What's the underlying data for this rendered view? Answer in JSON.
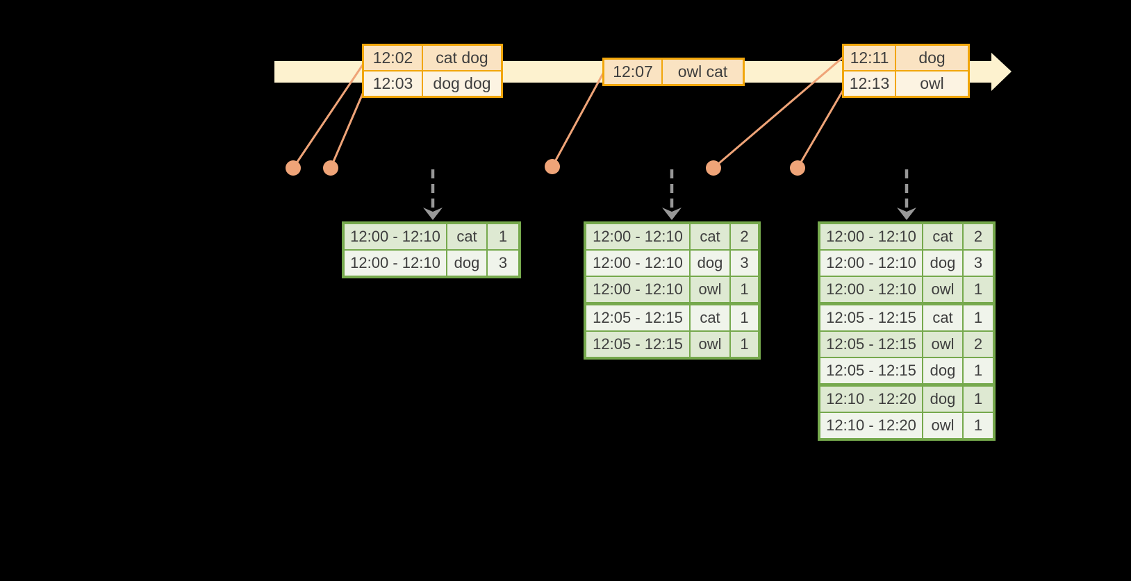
{
  "colors": {
    "background": "#000000",
    "timeline_fill": "#FDF2CF",
    "event_box_border": "#F1A60B",
    "event_row_dark": "#FAE3C2",
    "event_row_light": "#FCF3E2",
    "connector_salmon": "#EFA478",
    "result_table_border": "#76A94D",
    "result_row_dark": "#DEE9D2",
    "result_row_light": "#F0F4EB",
    "dashed_arrow_gray": "#989898",
    "cell_text": "#3E3E3E"
  },
  "icons": {
    "timeline_arrow": "right-pointing timeline arrow band",
    "event_dot": "salmon circle marker",
    "down_arrow": "gray dashed arrow pointing down"
  },
  "timeline": {
    "event_boxes": [
      {
        "rows": [
          {
            "time": "12:02",
            "words": "cat dog"
          },
          {
            "time": "12:03",
            "words": "dog dog"
          }
        ]
      },
      {
        "rows": [
          {
            "time": "12:07",
            "words": "owl cat"
          }
        ]
      },
      {
        "rows": [
          {
            "time": "12:11",
            "words": "dog"
          },
          {
            "time": "12:13",
            "words": "owl"
          }
        ]
      }
    ]
  },
  "result_tables": [
    {
      "rows": [
        {
          "window": "12:00 - 12:10",
          "word": "cat",
          "count": "1"
        },
        {
          "window": "12:00 - 12:10",
          "word": "dog",
          "count": "3"
        }
      ]
    },
    {
      "rows": [
        {
          "window": "12:00 - 12:10",
          "word": "cat",
          "count": "2"
        },
        {
          "window": "12:00 - 12:10",
          "word": "dog",
          "count": "3"
        },
        {
          "window": "12:00 - 12:10",
          "word": "owl",
          "count": "1"
        },
        {
          "window": "12:05 - 12:15",
          "word": "cat",
          "count": "1"
        },
        {
          "window": "12:05 - 12:15",
          "word": "owl",
          "count": "1"
        }
      ]
    },
    {
      "rows": [
        {
          "window": "12:00 - 12:10",
          "word": "cat",
          "count": "2"
        },
        {
          "window": "12:00 - 12:10",
          "word": "dog",
          "count": "3"
        },
        {
          "window": "12:00 - 12:10",
          "word": "owl",
          "count": "1"
        },
        {
          "window": "12:05 - 12:15",
          "word": "cat",
          "count": "1"
        },
        {
          "window": "12:05 - 12:15",
          "word": "owl",
          "count": "2"
        },
        {
          "window": "12:05 - 12:15",
          "word": "dog",
          "count": "1"
        },
        {
          "window": "12:10 - 12:20",
          "word": "dog",
          "count": "1"
        },
        {
          "window": "12:10 - 12:20",
          "word": "owl",
          "count": "1"
        }
      ]
    }
  ]
}
